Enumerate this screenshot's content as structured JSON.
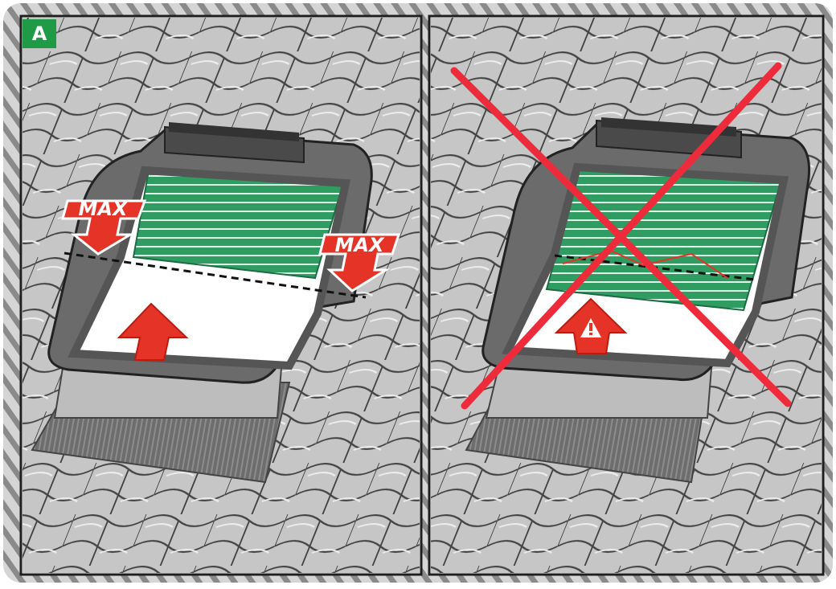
{
  "figure": {
    "label": "A",
    "max_label": "MAX",
    "panels": [
      {
        "id": "left",
        "state": "correct",
        "shade_direction": "up-to-max-line"
      },
      {
        "id": "right",
        "state": "incorrect",
        "shade_direction": "closed-beyond-max-warning"
      }
    ]
  },
  "colors": {
    "frame_stripe_light": "#d5d5d5",
    "frame_stripe_dark": "#8a8a8a",
    "roof_tile": "#c2c2c2",
    "roof_line": "#4a4a4a",
    "window_frame": "#6f6f6f",
    "shade_green": "#2e9e61",
    "arrow_red": "#e63327",
    "cross_red": "#ee2b3a",
    "badge_green": "#1f9a47"
  },
  "icons": [
    "warning-triangle-icon",
    "up-arrow-icon",
    "down-arrow-icon"
  ]
}
